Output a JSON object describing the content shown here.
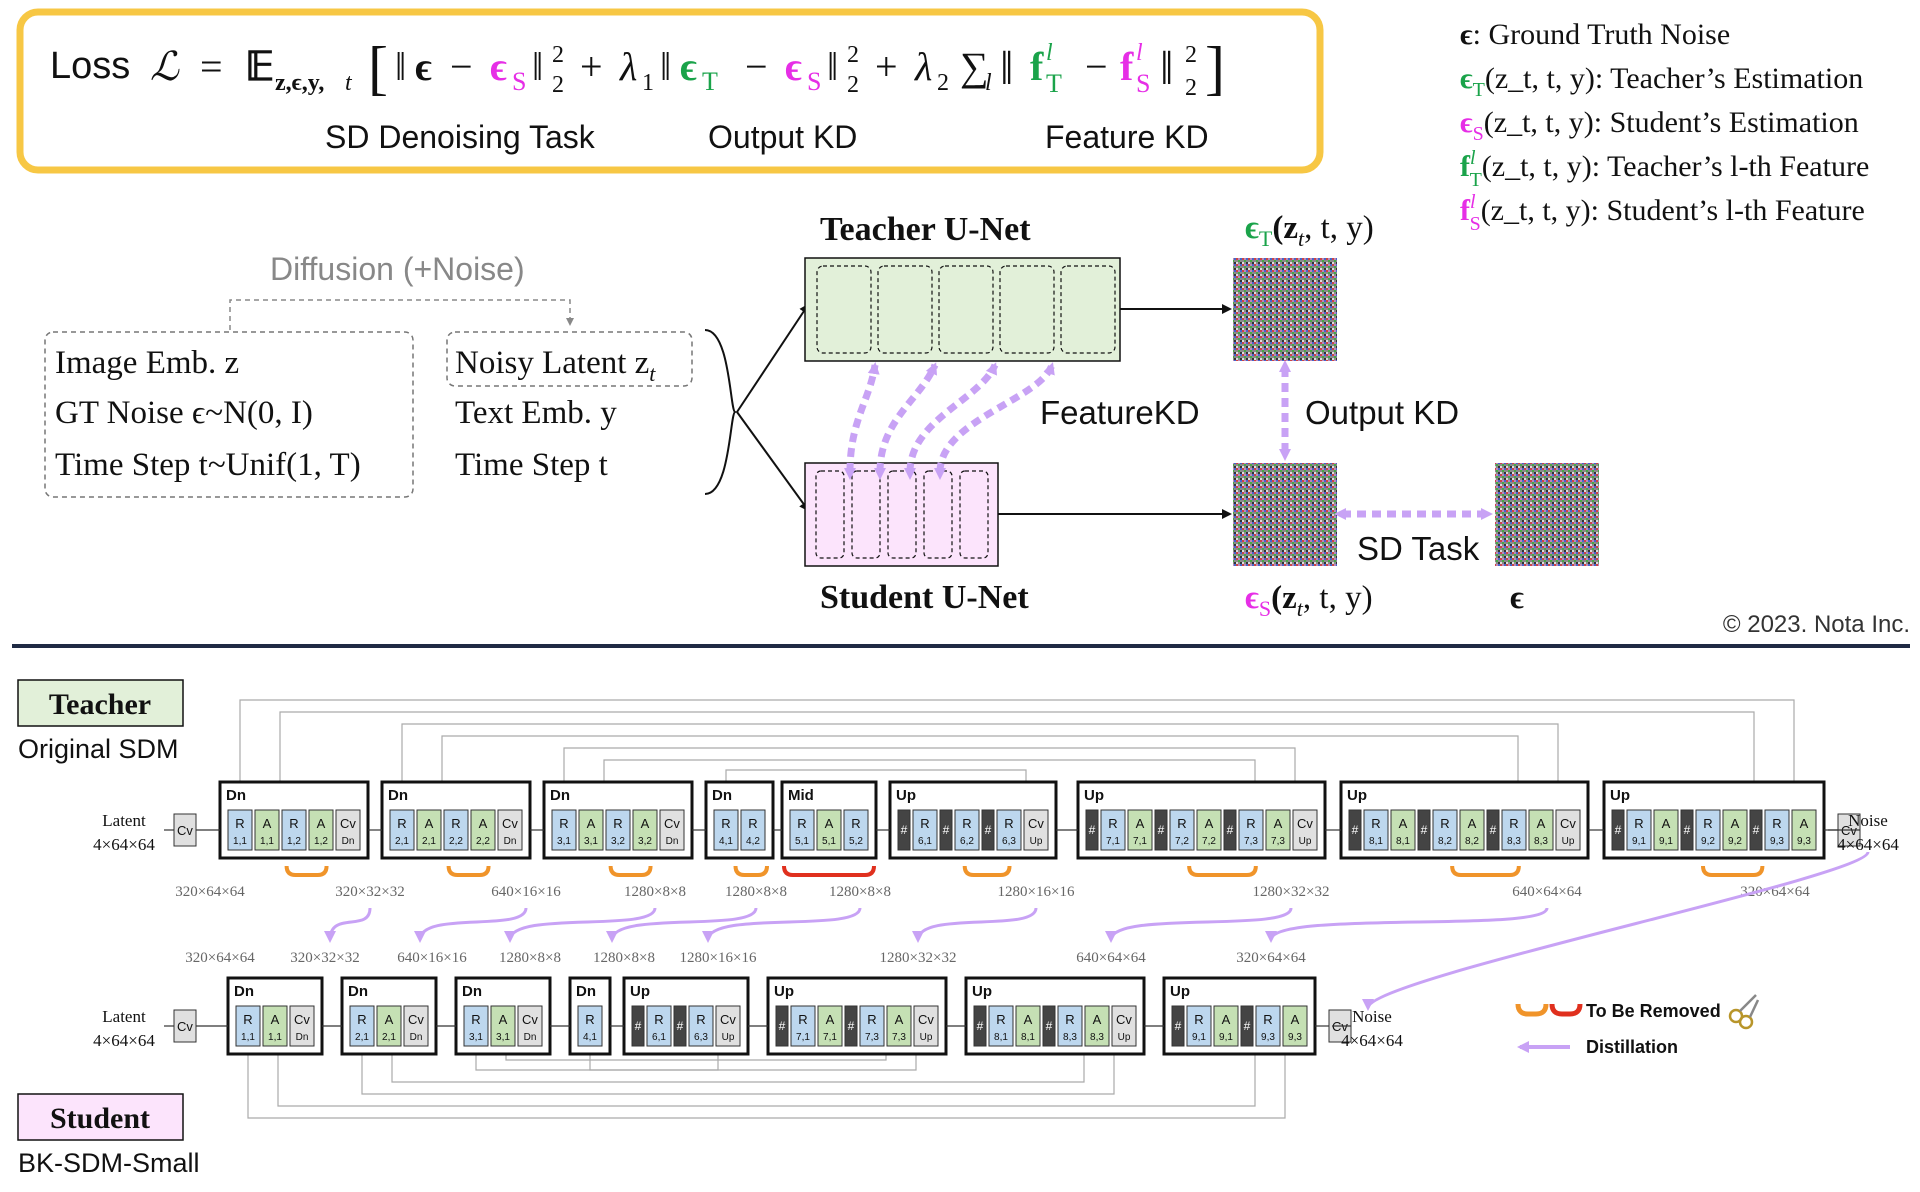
{
  "loss": {
    "prefix": "Loss",
    "terms": {
      "sd_task": "SD Denoising Task",
      "output_kd": "Output KD",
      "feature_kd": "Feature KD"
    }
  },
  "legend_top": [
    {
      "sym": "ϵ",
      "sub": "",
      "sup": "",
      "args": "",
      "text": ": Ground Truth Noise",
      "color": "#111111"
    },
    {
      "sym": "ϵ",
      "sub": "T",
      "sup": "",
      "args": "(z_t, t, y)",
      "text": ": Teacher’s Estimation",
      "color": "#1aa34a"
    },
    {
      "sym": "ϵ",
      "sub": "S",
      "sup": "",
      "args": "(z_t, t, y)",
      "text": ": Student’s Estimation",
      "color": "#e62ee6"
    },
    {
      "sym": "f",
      "sub": "T",
      "sup": "l",
      "args": "(z_t, t, y)",
      "text": ": Teacher’s l-th Feature",
      "color": "#1aa34a"
    },
    {
      "sym": "f",
      "sub": "S",
      "sup": "l",
      "args": "(z_t, t, y)",
      "text": ": Student’s l-th Feature",
      "color": "#e62ee6"
    }
  ],
  "inputs": {
    "diffusion": "Diffusion (+Noise)",
    "left_box": [
      "Image Emb. z",
      "GT Noise ϵ~N(0, I)",
      "Time Step t~Unif(1, T)"
    ],
    "noisy_latent": "Noisy Latent z",
    "noisy_latent_sub": "t",
    "text_emb": "Text Emb. y",
    "time_step": "Time Step t"
  },
  "unets": {
    "teacher": "Teacher U-Net",
    "student": "Student U-Net",
    "feature_kd": "FeatureKD",
    "output_kd": "Output KD",
    "sd_task": "SD Task",
    "teacher_out": "ϵ",
    "teacher_out_sub": "T",
    "student_out": "ϵ",
    "student_out_sub": "S",
    "args": "(z",
    "args_sub": "t",
    "args_tail": ", t, y)",
    "gt": "ϵ"
  },
  "copyright": "© 2023. Nota Inc.",
  "arch": {
    "teacher_label": "Teacher",
    "teacher_sub": "Original SDM",
    "student_label": "Student",
    "student_sub": "BK-SDM-Small",
    "latent": "Latent",
    "latent_dim": "4×64×64",
    "noise": "Noise",
    "noise_dim": "4×64×64",
    "cv": "Cv",
    "teacher_dims": [
      "320×64×64",
      "320×32×32",
      "640×16×16",
      "1280×8×8",
      "1280×8×8",
      "1280×8×8",
      "1280×16×16",
      "1280×32×32",
      "640×64×64",
      "320×64×64"
    ],
    "student_dims": [
      "320×64×64",
      "320×32×32",
      "640×16×16",
      "1280×8×8",
      "1280×8×8",
      "1280×16×16",
      "1280×32×32",
      "640×64×64",
      "320×64×64"
    ],
    "legend_removed": "To Be Removed",
    "legend_distill": "Distillation",
    "teacher_blocks": [
      {
        "title": "Dn",
        "cells": [
          [
            "R",
            "1,1"
          ],
          [
            "A",
            "1,1"
          ],
          [
            "R",
            "1,2"
          ],
          [
            "A",
            "1,2"
          ],
          [
            "Cv",
            "Dn"
          ]
        ]
      },
      {
        "title": "Dn",
        "cells": [
          [
            "R",
            "2,1"
          ],
          [
            "A",
            "2,1"
          ],
          [
            "R",
            "2,2"
          ],
          [
            "A",
            "2,2"
          ],
          [
            "Cv",
            "Dn"
          ]
        ]
      },
      {
        "title": "Dn",
        "cells": [
          [
            "R",
            "3,1"
          ],
          [
            "A",
            "3,1"
          ],
          [
            "R",
            "3,2"
          ],
          [
            "A",
            "3,2"
          ],
          [
            "Cv",
            "Dn"
          ]
        ]
      },
      {
        "title": "Dn",
        "cells": [
          [
            "R",
            "4,1"
          ],
          [
            "R",
            "4,2"
          ]
        ]
      },
      {
        "title": "Mid",
        "cells": [
          [
            "R",
            "5,1"
          ],
          [
            "A",
            "5,1"
          ],
          [
            "R",
            "5,2"
          ]
        ]
      },
      {
        "title": "Up",
        "cells": [
          [
            "#",
            ""
          ],
          [
            "R",
            "6,1"
          ],
          [
            "#",
            ""
          ],
          [
            "R",
            "6,2"
          ],
          [
            "#",
            ""
          ],
          [
            "R",
            "6,3"
          ],
          [
            "Cv",
            "Up"
          ]
        ]
      },
      {
        "title": "Up",
        "cells": [
          [
            "#",
            ""
          ],
          [
            "R",
            "7,1"
          ],
          [
            "A",
            "7,1"
          ],
          [
            "#",
            ""
          ],
          [
            "R",
            "7,2"
          ],
          [
            "A",
            "7,2"
          ],
          [
            "#",
            ""
          ],
          [
            "R",
            "7,3"
          ],
          [
            "A",
            "7,3"
          ],
          [
            "Cv",
            "Up"
          ]
        ]
      },
      {
        "title": "Up",
        "cells": [
          [
            "#",
            ""
          ],
          [
            "R",
            "8,1"
          ],
          [
            "A",
            "8,1"
          ],
          [
            "#",
            ""
          ],
          [
            "R",
            "8,2"
          ],
          [
            "A",
            "8,2"
          ],
          [
            "#",
            ""
          ],
          [
            "R",
            "8,3"
          ],
          [
            "A",
            "8,3"
          ],
          [
            "Cv",
            "Up"
          ]
        ]
      },
      {
        "title": "Up",
        "cells": [
          [
            "#",
            ""
          ],
          [
            "R",
            "9,1"
          ],
          [
            "A",
            "9,1"
          ],
          [
            "#",
            ""
          ],
          [
            "R",
            "9,2"
          ],
          [
            "A",
            "9,2"
          ],
          [
            "#",
            ""
          ],
          [
            "R",
            "9,3"
          ],
          [
            "A",
            "9,3"
          ]
        ]
      }
    ],
    "student_blocks": [
      {
        "title": "Dn",
        "cells": [
          [
            "R",
            "1,1"
          ],
          [
            "A",
            "1,1"
          ],
          [
            "Cv",
            "Dn"
          ]
        ]
      },
      {
        "title": "Dn",
        "cells": [
          [
            "R",
            "2,1"
          ],
          [
            "A",
            "2,1"
          ],
          [
            "Cv",
            "Dn"
          ]
        ]
      },
      {
        "title": "Dn",
        "cells": [
          [
            "R",
            "3,1"
          ],
          [
            "A",
            "3,1"
          ],
          [
            "Cv",
            "Dn"
          ]
        ]
      },
      {
        "title": "Dn",
        "cells": [
          [
            "R",
            "4,1"
          ]
        ]
      },
      {
        "title": "Up",
        "cells": [
          [
            "#",
            ""
          ],
          [
            "R",
            "6,1"
          ],
          [
            "#",
            ""
          ],
          [
            "R",
            "6,3"
          ],
          [
            "Cv",
            "Up"
          ]
        ]
      },
      {
        "title": "Up",
        "cells": [
          [
            "#",
            ""
          ],
          [
            "R",
            "7,1"
          ],
          [
            "A",
            "7,1"
          ],
          [
            "#",
            ""
          ],
          [
            "R",
            "7,3"
          ],
          [
            "A",
            "7,3"
          ],
          [
            "Cv",
            "Up"
          ]
        ]
      },
      {
        "title": "Up",
        "cells": [
          [
            "#",
            ""
          ],
          [
            "R",
            "8,1"
          ],
          [
            "A",
            "8,1"
          ],
          [
            "#",
            ""
          ],
          [
            "R",
            "8,3"
          ],
          [
            "A",
            "8,3"
          ],
          [
            "Cv",
            "Up"
          ]
        ]
      },
      {
        "title": "Up",
        "cells": [
          [
            "#",
            ""
          ],
          [
            "R",
            "9,1"
          ],
          [
            "A",
            "9,1"
          ],
          [
            "#",
            ""
          ],
          [
            "R",
            "9,3"
          ],
          [
            "A",
            "9,3"
          ]
        ]
      }
    ]
  }
}
